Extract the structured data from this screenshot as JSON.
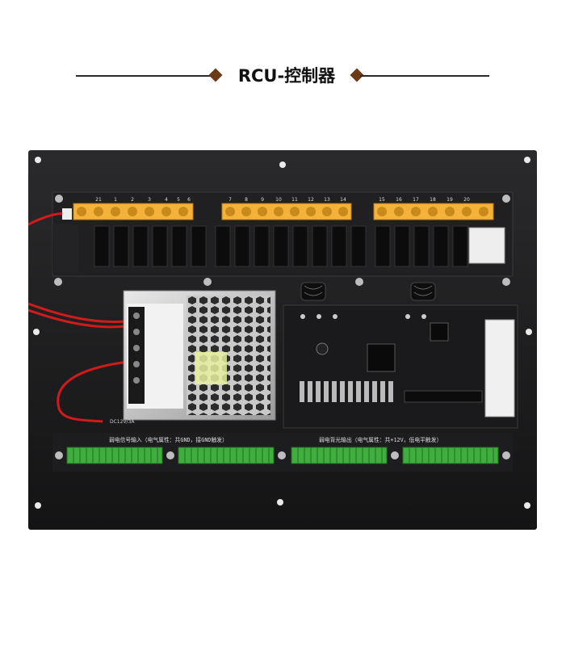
{
  "title": "RCU-控制器",
  "board": {
    "psu_label": "DC12V/3A",
    "input_label": "弱电信号输入（电气属性：共GND，接GND触发）",
    "output_label": "弱电背光输出（电气属性：共+12V，低电平触发）",
    "relay_group_1": [
      "21",
      "1",
      "2",
      "3",
      "4",
      "5",
      "6"
    ],
    "relay_group_2": [
      "7",
      "8",
      "9",
      "10",
      "11",
      "12",
      "13",
      "14"
    ],
    "relay_group_3": [
      "15",
      "16",
      "17",
      "18",
      "19",
      "20"
    ]
  },
  "colors": {
    "panel": "#1c1c1e",
    "relay_block": "#f4b23a",
    "terminal": "#3fae3f",
    "title_diamond": "#6b3a16"
  }
}
